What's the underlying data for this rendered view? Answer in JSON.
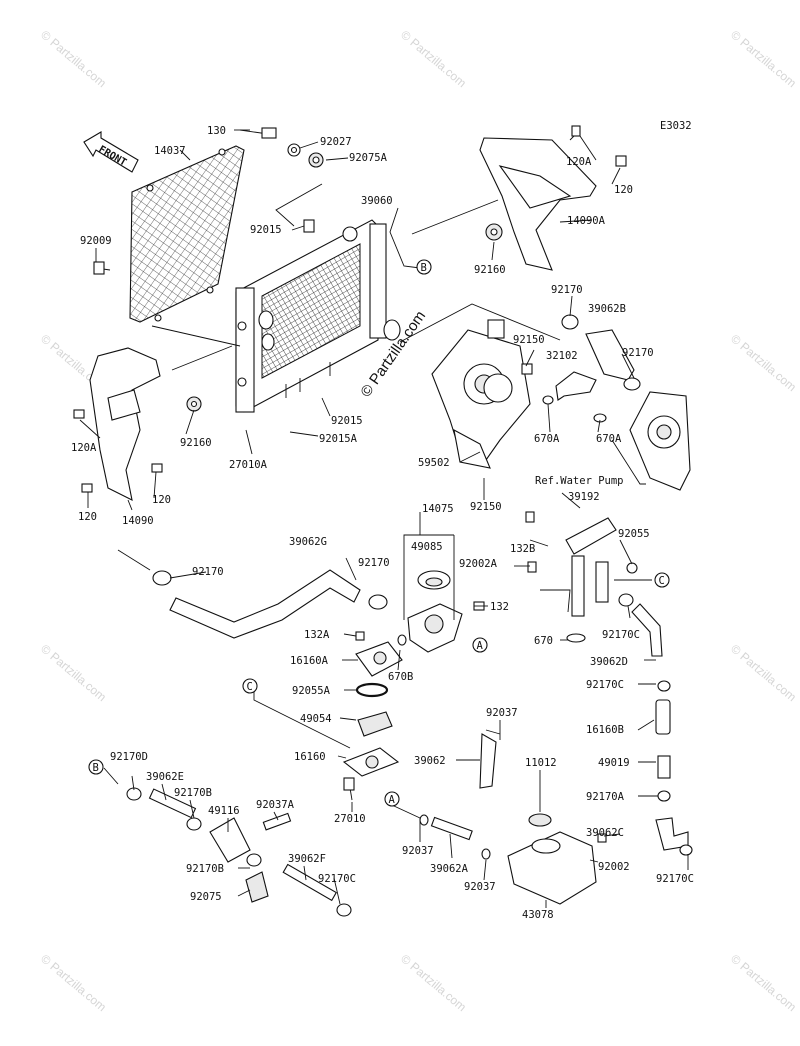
{
  "diagram_code": "E3032",
  "front_label": "FRONT",
  "watermark_text": "© Partzilla.com",
  "ref_note": "Ref.Water Pump",
  "reference_markers": {
    "a": "A",
    "b": "B",
    "c": "C"
  },
  "part_labels": {
    "p130": "130",
    "p92027": "92027",
    "p92075A": "92075A",
    "p14037": "14037",
    "p92009": "92009",
    "p92015_top": "92015",
    "p39060": "39060",
    "p120A_top": "120A",
    "p120_top": "120",
    "p14090A": "14090A",
    "p92160_top": "92160",
    "p92170_top": "92170",
    "p39062B": "39062B",
    "p92150_top": "92150",
    "p32102": "32102",
    "p92170_right": "92170",
    "p670A_left": "670A",
    "p670A_right": "670A",
    "p92015_mid": "92015",
    "p92015A": "92015A",
    "p27010A": "27010A",
    "p92160_left": "92160",
    "p120A_left": "120A",
    "p120_left": "120",
    "p120_bottom": "120",
    "p14090": "14090",
    "p59502": "59502",
    "p92150_bottom": "92150",
    "p14075": "14075",
    "p39192": "39192",
    "p49085": "49085",
    "p132B": "132B",
    "p92055": "92055",
    "p92002A": "92002A",
    "p39062G": "39062G",
    "p92170_mid": "92170",
    "p92170_left": "92170",
    "p132": "132",
    "p132A": "132A",
    "p16160A": "16160A",
    "p670B": "670B",
    "p670": "670",
    "p92170C_top": "92170C",
    "p39062D": "39062D",
    "p92170C_mid": "92170C",
    "p92055A": "92055A",
    "p49054": "49054",
    "p16160": "16160",
    "p16160B": "16160B",
    "p92037_top": "92037",
    "p39062": "39062",
    "p49019": "49019",
    "p27010": "27010",
    "p11012": "11012",
    "p92170A": "92170A",
    "p92170D": "92170D",
    "p39062E": "39062E",
    "p92170B_top": "92170B",
    "p49116": "49116",
    "p92037A": "92037A",
    "p92037_mid": "92037",
    "p39062A": "39062A",
    "p92037_bot": "92037",
    "p39062C": "39062C",
    "p92002": "92002",
    "p92170B_bot": "92170B",
    "p39062F": "39062F",
    "p92170C_bot": "92170C",
    "p92075": "92075",
    "p43078": "43078",
    "p92170C_right": "92170C"
  }
}
